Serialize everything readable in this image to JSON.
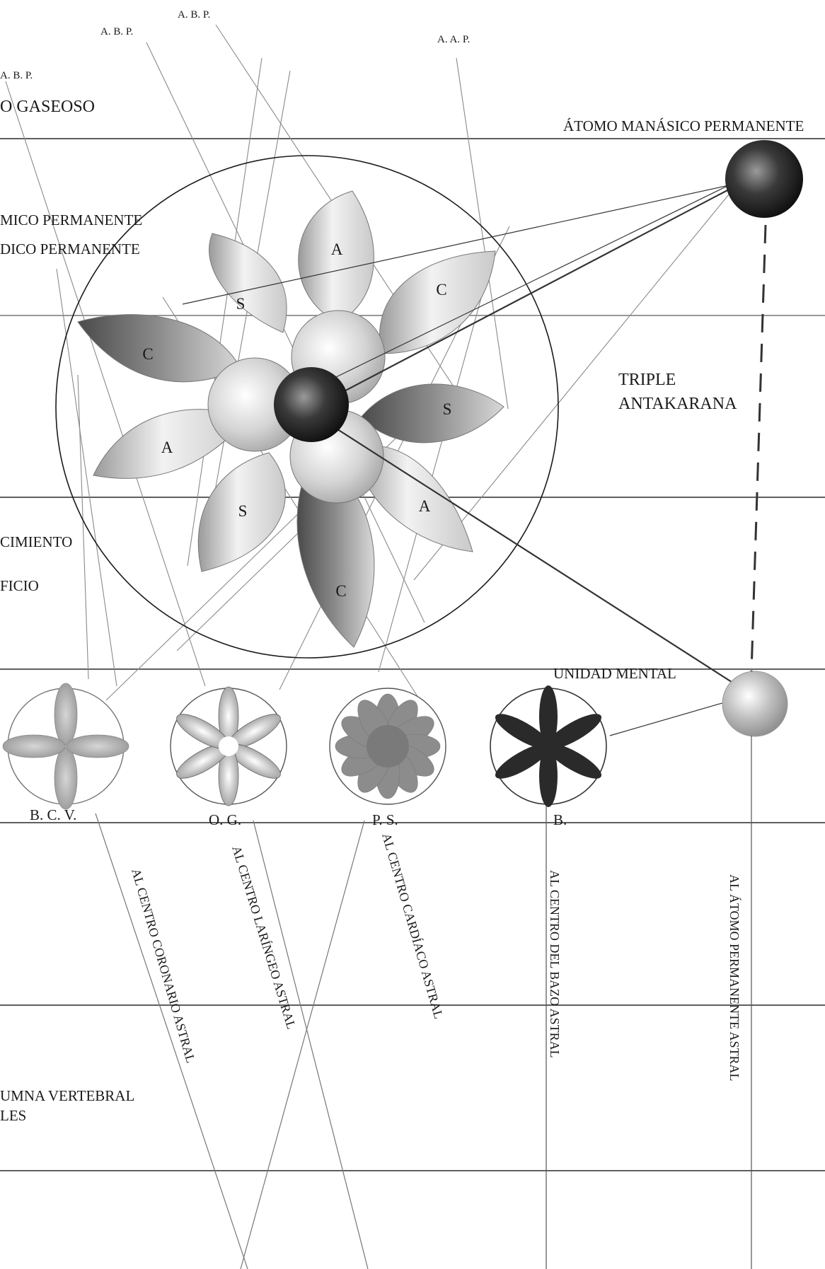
{
  "top_labels": {
    "abp_1": "A. B. P.",
    "abp_2": "A. B. P.",
    "aap": "A. A. P.",
    "abp_3": "A. B. P.",
    "gaseoso": "O GASEOSO",
    "atomo_manasico": "ÁTOMO MANÁSICO PERMANENTE",
    "mico_permanente": "MICO PERMANENTE",
    "dico_permanente": "DICO PERMANENTE",
    "triple_1": "TRIPLE",
    "triple_2": "ANTAKARANA",
    "cimiento": "CIMIENTO",
    "ficio": "FICIO",
    "unidad_mental": "UNIDAD MENTAL",
    "umna": "UMNA VERTEBRAL",
    "les": "LES"
  },
  "petals": {
    "p1": "A",
    "p2": "C",
    "p3": "S",
    "p4": "A",
    "p5": "C",
    "p6": "S",
    "p7": "A",
    "p8": "S",
    "p9": "C"
  },
  "centers": {
    "bcv": "B. C. V.",
    "og": "O. G.",
    "ps": "P. S.",
    "b": "B."
  },
  "vertical_labels": {
    "coronario": "AL CENTRO CORONARIO ASTRAL",
    "laringeo": "AL CENTRO LARÍNGEO ASTRAL",
    "cardiaco": "AL CENTRO CARDÍACO ASTRAL",
    "bazo": "AL CENTRO DEL BAZO ASTRAL",
    "atomo_astral": "AL ÁTOMO  PERMANENTE ASTRAL"
  },
  "colors": {
    "line": "#2a2a2a",
    "thin_line": "#8a8a8a",
    "dark_sphere": "#1b1b1b",
    "light_petal": "#e6e6e6",
    "dark_petal": "#5a5a5a"
  }
}
